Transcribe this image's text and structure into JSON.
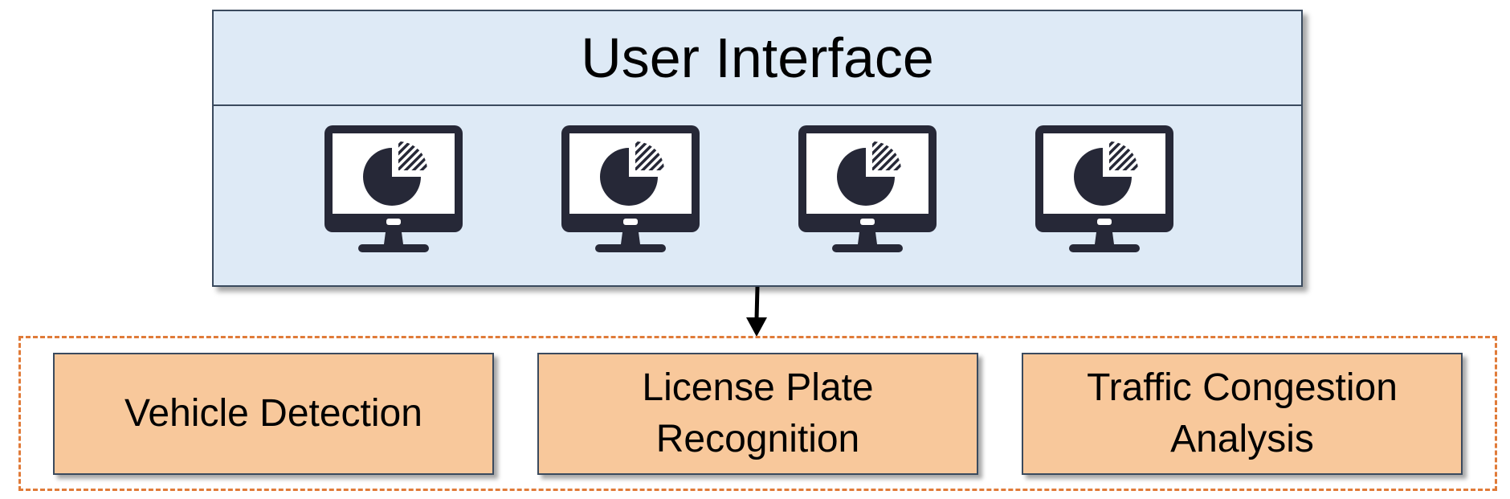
{
  "user_interface": {
    "title": "User Interface",
    "monitor_icons": [
      "monitor-pie-chart-icon",
      "monitor-pie-chart-icon",
      "monitor-pie-chart-icon",
      "monitor-pie-chart-icon"
    ]
  },
  "modules": [
    {
      "label": "Vehicle Detection"
    },
    {
      "label": "License Plate\nRecognition"
    },
    {
      "label": "Traffic Congestion\nAnalysis"
    }
  ],
  "colors": {
    "ui_fill": "#deeaf6",
    "module_fill": "#f8c89b",
    "group_border": "#e07b39",
    "outline": "#3a4a5e",
    "icon": "#262837"
  }
}
